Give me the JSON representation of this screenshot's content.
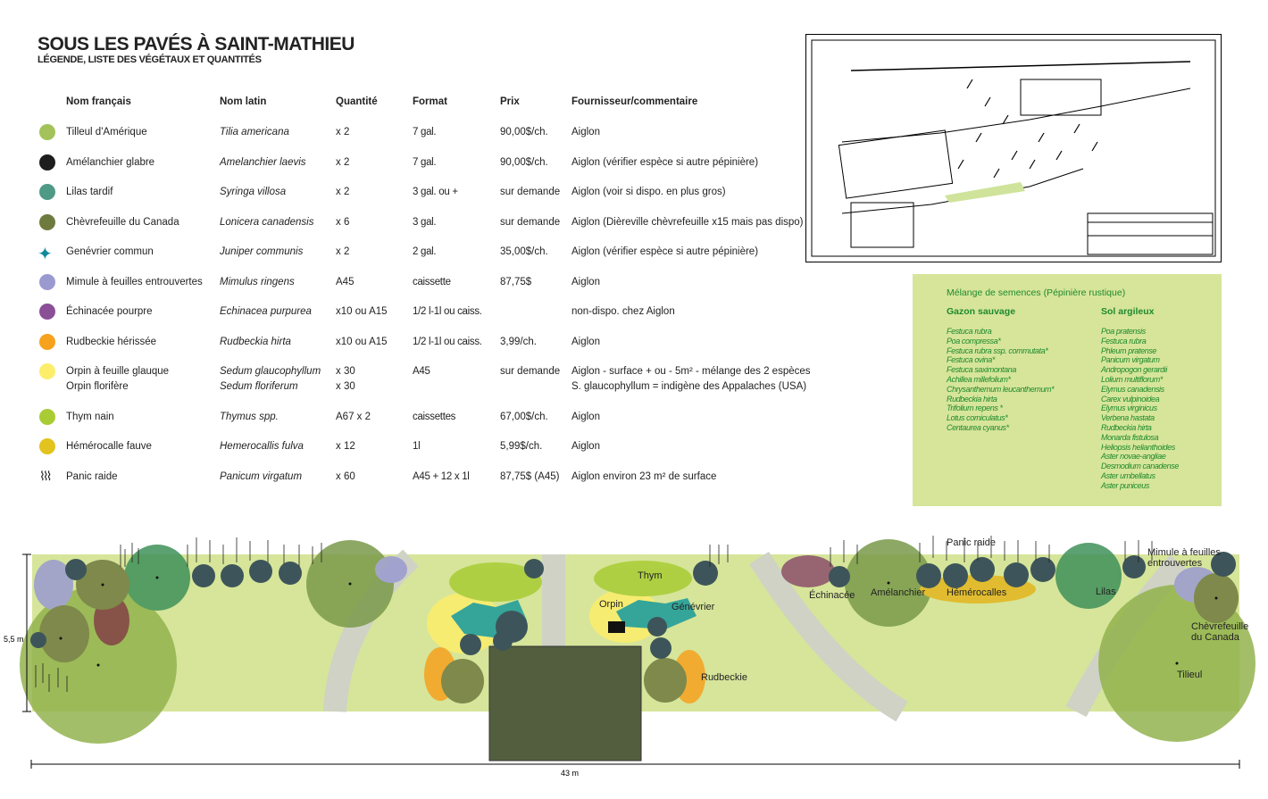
{
  "title": "SOUS LES PAVÉS À SAINT-MATHIEU",
  "subtitle": "LÉGENDE, LISTE DES VÉGÉTAUX ET QUANTITÉS",
  "table": {
    "headers": [
      "Nom français",
      "Nom latin",
      "Quantité",
      "Format",
      "Prix",
      "Fournisseur/commentaire"
    ],
    "rows": [
      {
        "fr": "Tilleul d'Amérique",
        "la": "Tilia americana",
        "q": "x 2",
        "f": "7 gal.",
        "p": "90,00$/ch.",
        "c": "Aiglon",
        "color": "#a3c25a"
      },
      {
        "fr": "Amélanchier glabre",
        "la": "Amelanchier  laevis",
        "q": "x 2",
        "f": "7 gal.",
        "p": "90,00$/ch.",
        "c": "Aiglon (vérifier espèce si autre pépinière)",
        "color": "#1e1e1e"
      },
      {
        "fr": "Lilas tardif",
        "la": "Syringa villosa",
        "q": "x 2",
        "f": "3 gal. ou +",
        "p": "sur demande",
        "c": "Aiglon (voir si dispo. en plus gros)",
        "color": "#4e9a86"
      },
      {
        "fr": "Chèvrefeuille du Canada",
        "la": "Lonicera canadensis",
        "q": "x 6",
        "f": "3 gal.",
        "p": "sur demande",
        "c": "Aiglon (Dièreville chèvrefeuille x15 mais pas dispo)",
        "color": "#6f7a3e"
      },
      {
        "fr": "Genévrier commun",
        "la": "Juniper communis",
        "q": "x 2",
        "f": "2 gal.",
        "p": "35,00$/ch.",
        "c": "Aiglon (vérifier espèce si autre pépinière)",
        "color": "#0f8a9a"
      },
      {
        "fr": "Mimule à feuilles entrouvertes",
        "la": "Mimulus ringens",
        "q": "A45",
        "f": "caissette",
        "p": "87,75$",
        "c": "Aiglon",
        "color": "#9a9ad0"
      },
      {
        "fr": "Échinacée pourpre",
        "la": "Echinacea purpurea",
        "q": "x10 ou A15",
        "f": "1/2 l-1l  ou caiss.",
        "p": "",
        "c": "non-dispo. chez Aiglon",
        "color": "#8b4f98"
      },
      {
        "fr": "Rudbeckie hérissée",
        "la": "Rudbeckia hirta",
        "q": "x10 ou A15",
        "f": "1/2 l-1l  ou caiss.",
        "p": "3,99/ch.",
        "c": "Aiglon",
        "color": "#f6a21e"
      },
      {
        "fr": "Orpin à feuille glauque",
        "la": "Sedum glaucophyllum",
        "q": "x 30",
        "f": "A45",
        "p": "sur demande",
        "c": "Aiglon - surface + ou - 5m² - mélange des 2 espèces",
        "color": "#fcee6a",
        "fr2": "Orpin florifère",
        "la2": "Sedum floriferum",
        "q2": "x 30",
        "c2": "S. glaucophyllum = indigène des Appalaches (USA)"
      },
      {
        "fr": "Thym nain",
        "la": "Thymus spp.",
        "q": "A67 x 2",
        "f": "caissettes",
        "p": "67,00$/ch.",
        "c": "Aiglon",
        "color": "#a9cc34"
      },
      {
        "fr": "Hémérocalle fauve",
        "la": "Hemerocallis fulva",
        "q": "x 12",
        "f": "1l",
        "p": "5,99$/ch.",
        "c": "Aiglon",
        "color": "#e3c31e"
      },
      {
        "fr": "Panic raide",
        "la": "Panicum virgatum",
        "q": "x 60",
        "f": "A45 + 12 x 1l",
        "p": "87,75$ (A45)",
        "c": "Aiglon environ 23 m² de surface",
        "color": "#333333"
      }
    ]
  },
  "seeds": {
    "title": "Mélange de semences (Pépinière rustique)",
    "col1": {
      "heading": "Gazon sauvage",
      "items": [
        "Festuca rubra",
        "Poa compressa*",
        "Festuca rubra ssp. commutata*",
        "Festuca ovina*",
        "Festuca saximontana",
        "Achillea millefolium*",
        "Chrysanthemum leucanthemum*",
        "Rudbeckia hirta",
        "Trifolium repens *",
        "Lotus corniculatus*",
        "Centaurea cyanus*"
      ]
    },
    "col2": {
      "heading": "Sol argileux",
      "items": [
        "Poa pratensis",
        "Festuca rubra",
        "Phleum pratense",
        "Panicum virgatum",
        "Andropogon gerardii",
        "Lolium multiflorum*",
        "Elymus canadensis",
        "Carex vulpinoidea",
        "Elymus virginicus",
        "Verbena hastata",
        "Rudbeckia hirta",
        "Monarda fistulosa",
        "Heliopsis helianthoides",
        "Aster novae-angliae",
        "Desmodium canadense",
        "Aster umbellatus",
        "Aster puniceus"
      ]
    }
  },
  "plan": {
    "labels": {
      "panic": "Panic raide",
      "mimule1": "Mimule à feuilles",
      "mimule2": "entrouvertes",
      "echinacee": "Échinacée",
      "amelanchier": "Amélanchier",
      "hemerocalles": "Hémérocalles",
      "lilas": "Lilas",
      "chevre1": "Chèvrefeuille",
      "chevre2": "du Canada",
      "tilleul": "Tilieul",
      "thym": "Thym",
      "orpin": "Orpin",
      "genevrier": "Génévrier",
      "rudbeckie": "Rudbeckie"
    },
    "height": "5,5 m",
    "width": "43 m"
  }
}
